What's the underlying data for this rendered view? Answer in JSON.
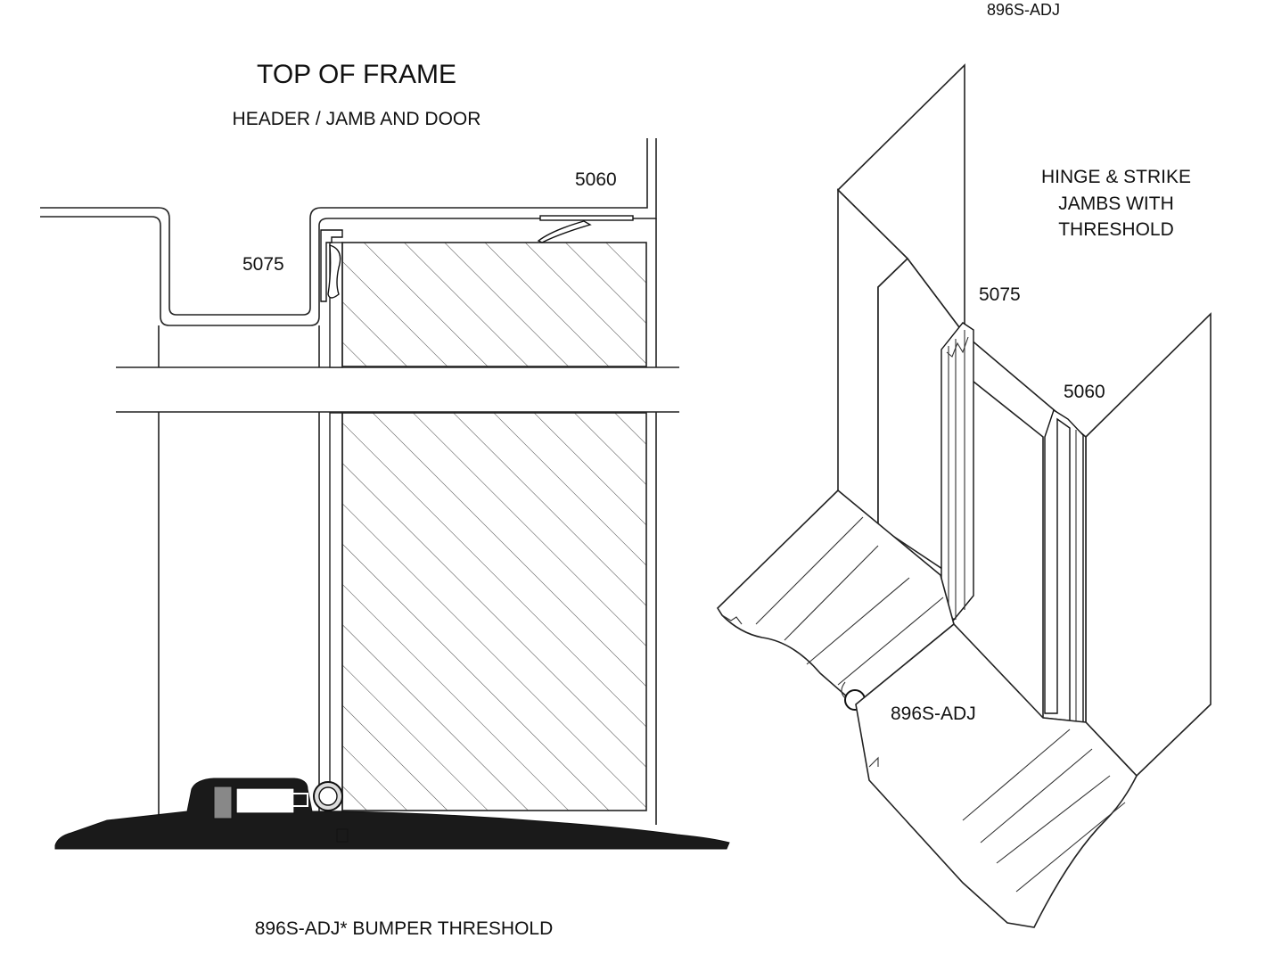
{
  "left_detail": {
    "title": "TOP OF FRAME",
    "subtitle": "HEADER / JAMB AND DOOR",
    "label_5060": "5060",
    "label_5075": "5075",
    "caption": "896S-ADJ* BUMPER THRESHOLD"
  },
  "right_detail": {
    "top_label": "896S-ADJ",
    "heading_line1": "HINGE & STRIKE",
    "heading_line2": "JAMBS WITH",
    "heading_line3": "THRESHOLD",
    "label_5075": "5075",
    "label_5060": "5060",
    "label_896": "896S-ADJ"
  }
}
